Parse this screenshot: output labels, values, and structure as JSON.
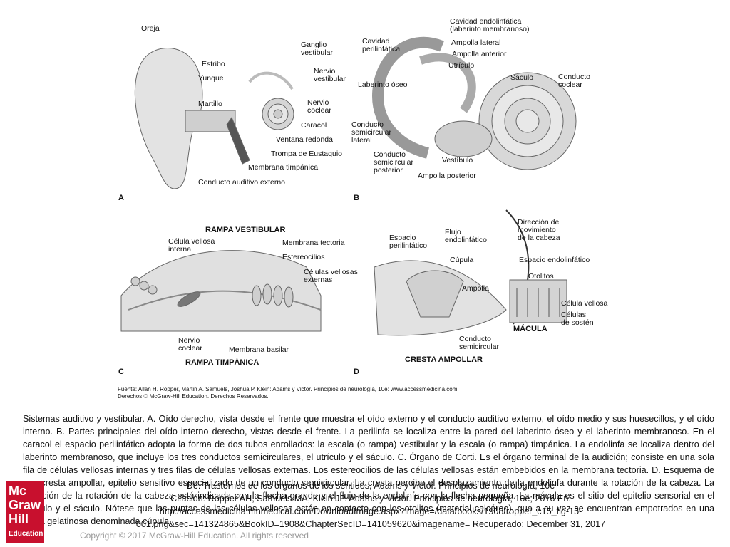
{
  "figure": {
    "panelA": {
      "letter": "A",
      "labels": {
        "oreja": "Oreja",
        "estribo": "Estribo",
        "yunque": "Yunque",
        "martillo": "Martillo",
        "ganglio": "Ganglio\nvestibular",
        "nervio_vest": "Nervio\nvestibular",
        "nervio_coclear": "Nervio\ncoclear",
        "caracol": "Caracol",
        "ventana": "Ventana redonda",
        "trompa": "Trompa de Eustaquio",
        "membrana_timp": "Membrana timpánica",
        "conducto_aud": "Conducto auditivo externo"
      }
    },
    "panelB": {
      "letter": "B",
      "labels": {
        "cavidad_endo": "Cavidad endolinfática\n(laberinto membranoso)",
        "cavidad_peri": "Cavidad\nperilinfática",
        "ampolla_lat": "Ampolla lateral",
        "ampolla_ant": "Ampolla anterior",
        "utriculo": "Utrículo",
        "laberinto_oseo": "Laberinto óseo",
        "saculo": "Sáculo",
        "conducto_coclear": "Conducto\ncoclear",
        "semicircular_lat": "Conducto\nsemicircular\nlateral",
        "semicircular_post": "Conducto\nsemicircular\nposterior",
        "vestibulo": "Vestíbulo",
        "ampolla_post": "Ampolla posterior"
      }
    },
    "panelC": {
      "letter": "C",
      "labels": {
        "rampa_vest": "RAMPA VESTIBULAR",
        "celula_interna": "Célula vellosa\ninterna",
        "membrana_tect": "Membrana tectoria",
        "estereocilios": "Estereocilios",
        "celulas_ext": "Células vellosas\nexternas",
        "nervio_coclear": "Nervio\ncoclear",
        "membrana_basilar": "Membrana basilar",
        "rampa_timp": "RAMPA TIMPÁNICA"
      }
    },
    "panelD": {
      "letter": "D",
      "labels": {
        "espacio_peri": "Espacio\nperilinfático",
        "flujo": "Flujo\nendolinfático",
        "direccion": "Dirección del\nmovimiento\nde la cabeza",
        "cupula": "Cúpula",
        "espacio_endo": "Espacio endolinfático",
        "otolitos": "Otolitos",
        "ampolla": "Ampolla",
        "celula_vellosa": "Célula vellosa",
        "celulas_sosten": "Células\nde sostén",
        "macula": "MÁCULA",
        "conducto_semi": "Conducto\nsemicircular",
        "cresta": "CRESTA AMPOLLAR"
      }
    },
    "source": "Fuente: Allan H. Ropper, Martin A. Samuels, Joshua P. Klein: Adams y Victor. Principios de neurología, 10e: www.accessmedicina.com\nDerechos © McGraw-Hill Education. Derechos Reservados."
  },
  "caption": "Sistemas auditivo y vestibular. A. Oído derecho, vista desde el frente que muestra el oído externo y el conducto auditivo externo, el oído medio y sus huesecillos, y el oído interno. B. Partes principales del oído interno derecho, vistas desde el frente. La perilinfa se localiza entre la pared del laberinto óseo y el laberinto membranoso. En el caracol el espacio perilinfático adopta la forma de dos tubos enrollados: la escala (o rampa) vestibular y la escala (o rampa) timpánica. La endolinfa se localiza dentro del laberinto membranoso, que incluye los tres conductos semicirculares, el utrículo y el sáculo. C. Órgano de Corti. Es el órgano terminal de la audición; consiste en una sola fila de células vellosas internas y tres filas de células vellosas externas. Los estereocilios de las células vellosas están embebidos en la membrana tectoria. D. Esquema de una cresta ampollar, epitelio sensitivo especializado de un conducto semicircular. La cresta percibe el desplazamiento de la endolinfa durante la rotación de la cabeza. La dirección de la rotación de la cabeza está indicada con la flecha grande y el flujo de la endolinfa con la flecha pequeña. La mácula es el sitio del epitelio sensorial en el utrículo y el sáculo. Nótese que las puntas de las células vellosas están en contacto con los otolitos (material calcáreo), que a su vez se encuentran empotrados en una masa gelatinosa denominada cúpula.",
  "overlay": {
    "line1": "De: Trastornos de los órganos de los sentidos, Adams y Victor. Principios de neurología, 10e",
    "line2": "Citación: Ropper AH, Samuels MA, Klein JP. Adams y Victor. Principios de neurología, 10e; 2016 En:",
    "line3": "http://accessmedicina.mhmedical.com/DownloadImage.aspx?image=/data/books/1908/ropper_c15_fig-15-",
    "line4": "001.png&sec=141324865&BookID=1908&ChapterSecID=141059620&imagename= Recuperado: December 31, 2017"
  },
  "copyright": "Copyright © 2017 McGraw-Hill Education. All rights reserved",
  "logo": {
    "line1": "Mc",
    "line2": "Graw",
    "line3": "Hill",
    "line4": "Education"
  },
  "colors": {
    "logo_bg": "#c8102e",
    "illustration_fill": "#d9d9d9",
    "illustration_stroke": "#555555"
  }
}
